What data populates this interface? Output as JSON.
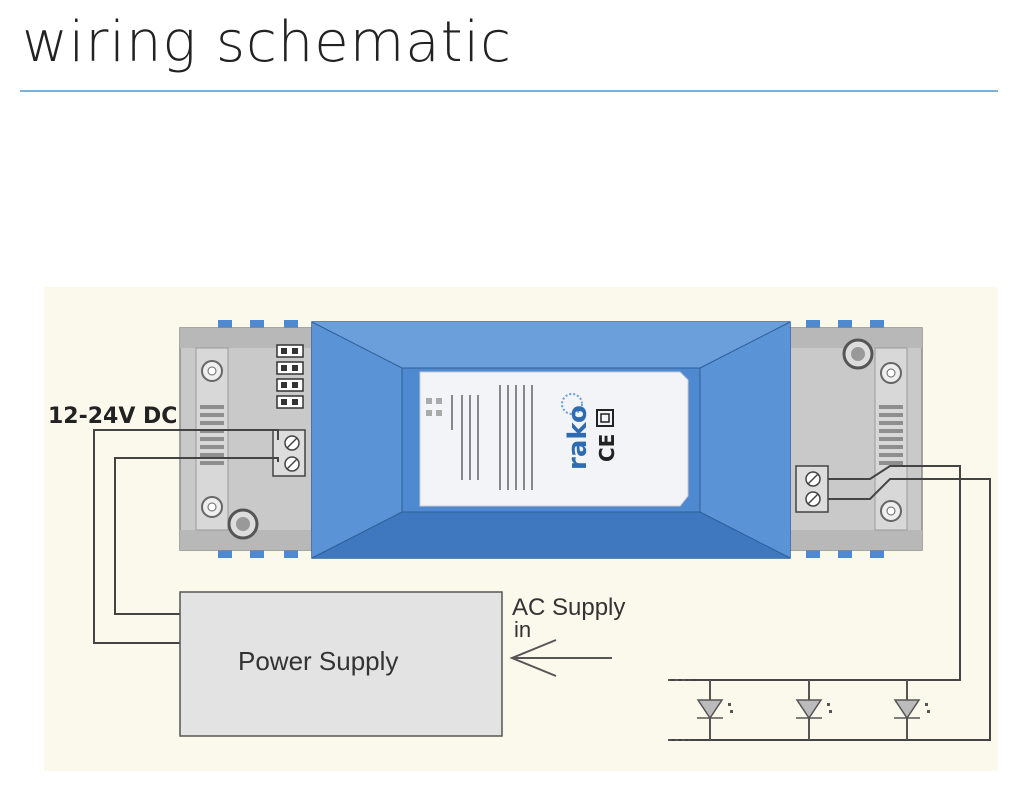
{
  "page": {
    "title": "wiring schematic",
    "colors": {
      "rule": "#7ab3d8",
      "panel_bg": "#fbf8ec",
      "housing_blue": "#4f89cf",
      "terminal_gray": "#c8c8c8"
    }
  },
  "diagram": {
    "dc_label": "12-24V DC",
    "power_supply_label": "Power Supply",
    "ac_label_line1": "AC Supply",
    "ac_label_line2": "in",
    "module_label": {
      "brand": "rako",
      "mark": "CE"
    },
    "icons": [
      "led-diode-icon",
      "arrow-left-icon",
      "screw-terminal-icon",
      "recycle-square-icon"
    ]
  }
}
